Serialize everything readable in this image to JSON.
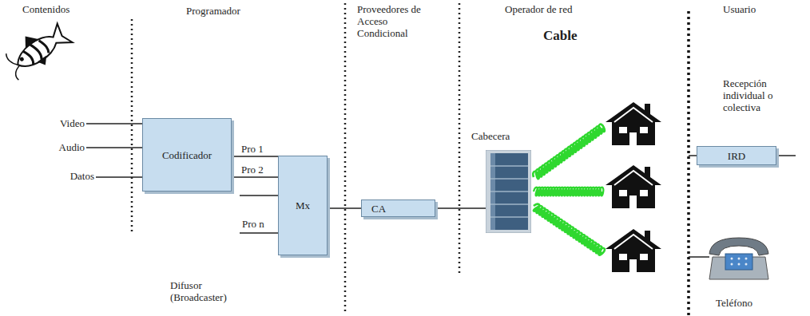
{
  "diagram": {
    "nodes": [
      {
        "text": [
          "Codificador"
        ]
      },
      {
        "text": [
          "Mx"
        ]
      },
      {
        "text": [
          "CA"
        ]
      },
      {
        "text": [
          "Cabecera"
        ]
      },
      {
        "text": [
          "IRD"
        ]
      }
    ],
    "edges": [
      {
        "from": 0,
        "to": 1,
        "label": "Pro 1",
        "arrow": "none"
      },
      {
        "from": 0,
        "to": 1,
        "label": "Pro 2",
        "arrow": "none"
      },
      {
        "from": 1,
        "to": 2,
        "arrow": "none"
      },
      {
        "from": 2,
        "to": 3,
        "arrow": "none"
      }
    ],
    "labels": [
      "Contenidos",
      "Programador",
      "Proveedores de Acceso Condicional",
      "Operador de red",
      "Cable",
      "Usuario",
      "Video",
      "Audio",
      "Datos",
      "Pro n",
      "Recepción individual o colectiva",
      "Difusor (Broadcaster)",
      "Teléfono"
    ]
  }
}
